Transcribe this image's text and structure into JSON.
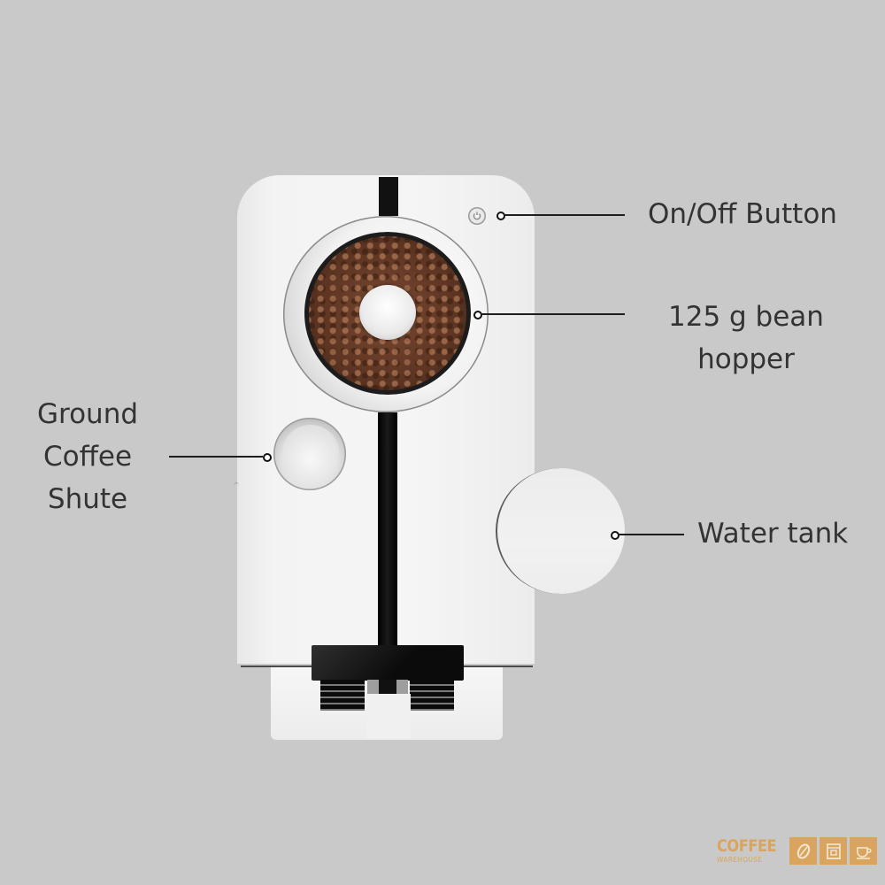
{
  "diagram": {
    "subject": "Bean-to-cup coffee machine (top view)",
    "background_color": "#c9c9c9",
    "label_color": "#333333",
    "callouts": [
      {
        "id": "on-off-button",
        "lines": [
          "On/Off Button"
        ]
      },
      {
        "id": "bean-hopper",
        "lines": [
          "125 g bean",
          "hopper"
        ]
      },
      {
        "id": "ground-coffee-shute",
        "lines": [
          "Ground",
          "Coffee",
          "Shute"
        ]
      },
      {
        "id": "water-tank",
        "lines": [
          "Water tank"
        ]
      }
    ]
  },
  "logo": {
    "title": "COFFEE",
    "subtitle": "WAREHOUSE",
    "color": "#d9a55e",
    "icons": [
      "coffee-bean-icon",
      "espresso-machine-icon",
      "coffee-cup-icon"
    ]
  }
}
